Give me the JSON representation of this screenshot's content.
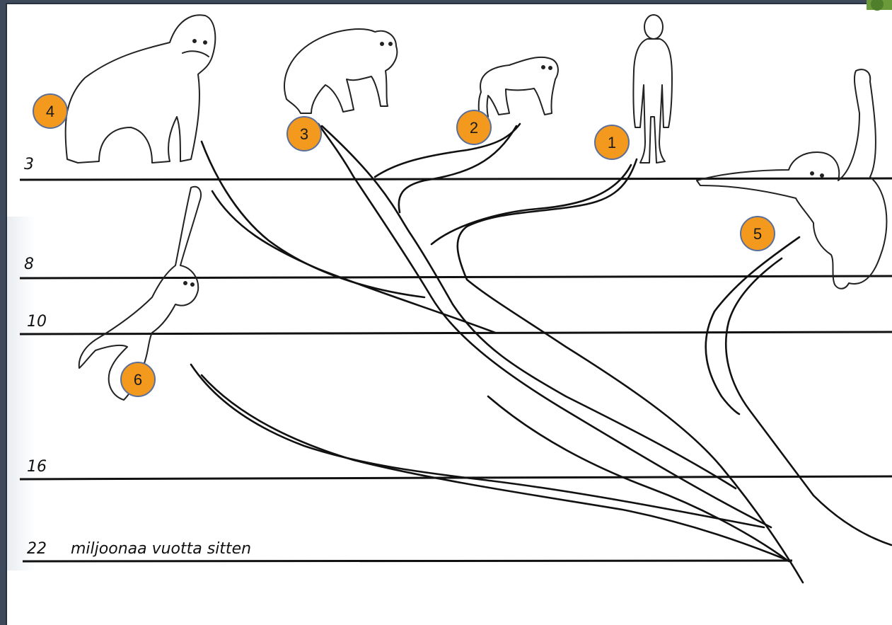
{
  "axis": {
    "caption": "miljoonaa vuotta sitten",
    "ticks": [
      "3",
      "8",
      "10",
      "16",
      "22"
    ]
  },
  "badges": [
    "1",
    "2",
    "3",
    "4",
    "5",
    "6"
  ],
  "colors": {
    "badge_fill": "#f39a1e",
    "badge_stroke": "#5b6f9a",
    "line": "#111111",
    "background": "#ffffff"
  },
  "figures": [
    "human",
    "chimpanzee",
    "bonobo",
    "gorilla",
    "orangutan",
    "gibbon"
  ]
}
